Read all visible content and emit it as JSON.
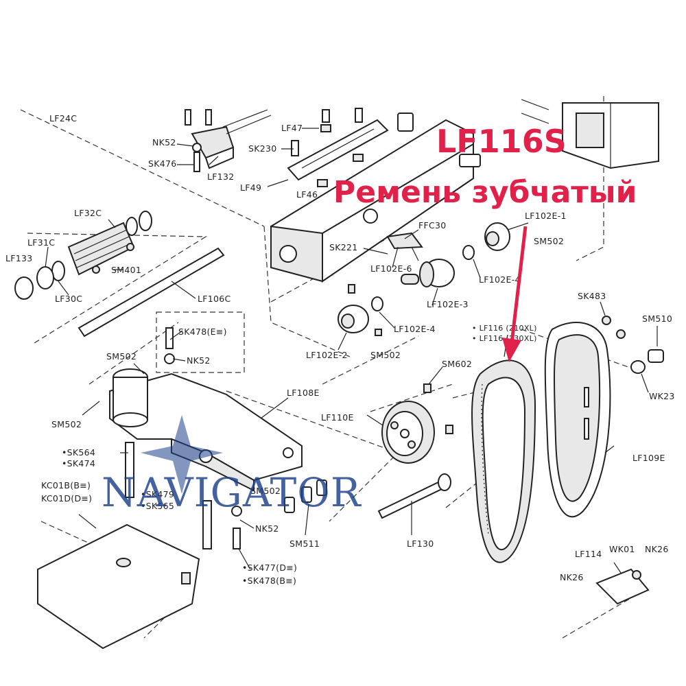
{
  "highlight": {
    "part_number": "LF116S",
    "description": "Ремень зубчатый",
    "color": "#e0224a"
  },
  "watermark": {
    "text": "NAVIGATOR",
    "color": "#1c3f8c"
  },
  "labels": {
    "lf24c": "LF24C",
    "nk52_top": "NK52",
    "sk476": "SK476",
    "lf132": "LF132",
    "lf47": "LF47",
    "sk230": "SK230",
    "lf49": "LF49",
    "lf46": "LF46",
    "lf32c": "LF32C",
    "lf31c": "LF31C",
    "lf133": "LF133",
    "sm401": "SM401",
    "lf30c": "LF30C",
    "lf106c": "LF106C",
    "ffc30": "FFC30",
    "sk221": "SK221",
    "lf102e6": "LF102E-6",
    "lf102e1": "LF102E-1",
    "sm502_a": "SM502",
    "lf102e4_a": "LF102E-4",
    "lf102e3": "LF102E-3",
    "lf102e4_b": "LF102E-4",
    "lf102e2": "LF102E-2",
    "sm502_b": "SM502",
    "sk483": "SK483",
    "sm510": "SM510",
    "lf116_1": "• LF116 (210XL)",
    "lf116_2": "• LF116 (230XL)",
    "wk23": "WK23",
    "sk478_box": "SK478(E≡)",
    "nk52_box": "NK52",
    "sm502_c": "SM502",
    "sm502_d": "SM502",
    "lf108e": "LF108E",
    "sm602": "SM602",
    "lf110e": "LF110E",
    "lf109e": "LF109E",
    "sk564": "•SK564",
    "sk474": "•SK474",
    "kc01b": "KC01B(B≡)",
    "kc01d": "KC01D(D≡)",
    "sk479": "•SK479",
    "sk565": "•SK565",
    "sm502_e": "SM502",
    "nk52_mid": "NK52",
    "sm511": "SM511",
    "lf130": "LF130",
    "sk477": "•SK477(D≡)",
    "sk478_b": "•SK478(B≡)",
    "lf114": "LF114",
    "wk01": "WK01",
    "nk26_a": "NK26",
    "nk26_b": "NK26"
  }
}
